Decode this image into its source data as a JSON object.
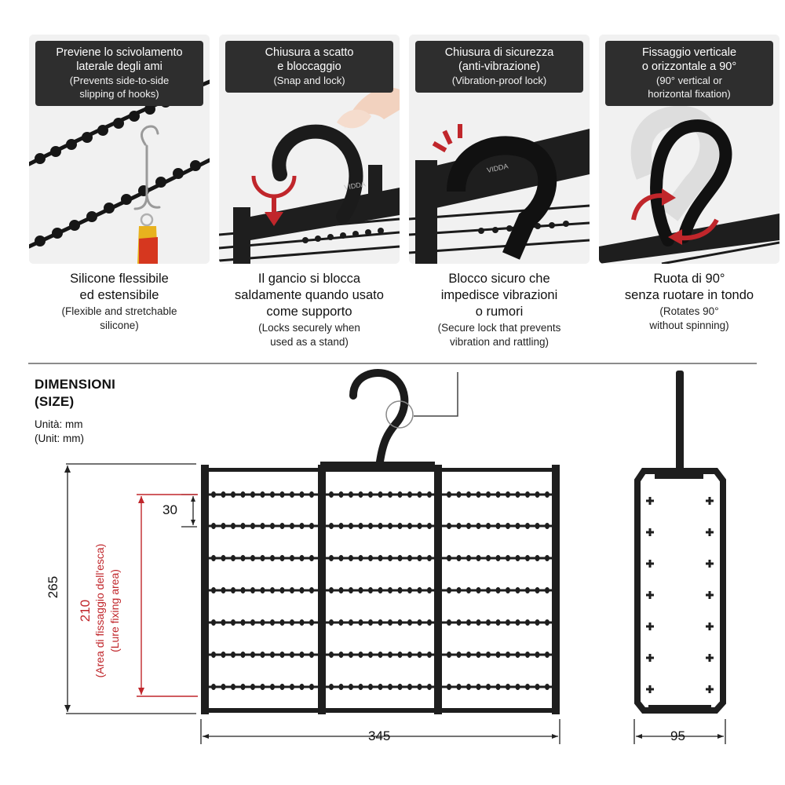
{
  "panels": [
    {
      "title_it": "Previene lo scivolamento\nlaterale degli ami",
      "title_en": "(Prevents side-to-side\nslipping of hooks)",
      "caption_it": "Silicone flessibile\ned estensibile",
      "caption_en": "(Flexible and stretchable\nsilicone)"
    },
    {
      "title_it": "Chiusura a scatto\ne bloccaggio",
      "title_en": "(Snap and lock)",
      "caption_it": "Il gancio si blocca\nsaldamente quando usato\ncome supporto",
      "caption_en": "(Locks securely when\nused as a stand)"
    },
    {
      "title_it": "Chiusura di sicurezza\n(anti-vibrazione)",
      "title_en": "(Vibration-proof lock)",
      "caption_it": "Blocco sicuro che\nimpedisce vibrazioni\no rumori",
      "caption_en": "(Secure lock that prevents\nvibration and rattling)"
    },
    {
      "title_it": "Fissaggio verticale\no orizzontale a 90°",
      "title_en": "(90° vertical or\nhorizontal fixation)",
      "caption_it": "Ruota di 90°\nsenza ruotare in tondo",
      "caption_en": "(Rotates 90°\nwithout spinning)"
    }
  ],
  "brand_text": "VIDDA",
  "dimensions": {
    "title_it": "DIMENSIONI",
    "title_en": "(SIZE)",
    "unit_it": "Unità: mm",
    "unit_en": "(Unit: mm)",
    "height_total": "265",
    "height_lure_value": "210",
    "height_lure_it": "(Area di fissaggio dell'esca)",
    "height_lure_en": "(Lure fixing area)",
    "spacing": "30",
    "width": "345",
    "depth": "95"
  },
  "icons": [
    "snap-arrow-icon",
    "vibration-marks-icon",
    "rotate-arrow-icon"
  ],
  "colors": {
    "accent_red": "#c0262b",
    "product_black": "#1b1b1b",
    "badge_bg": "#2e2e2e"
  }
}
